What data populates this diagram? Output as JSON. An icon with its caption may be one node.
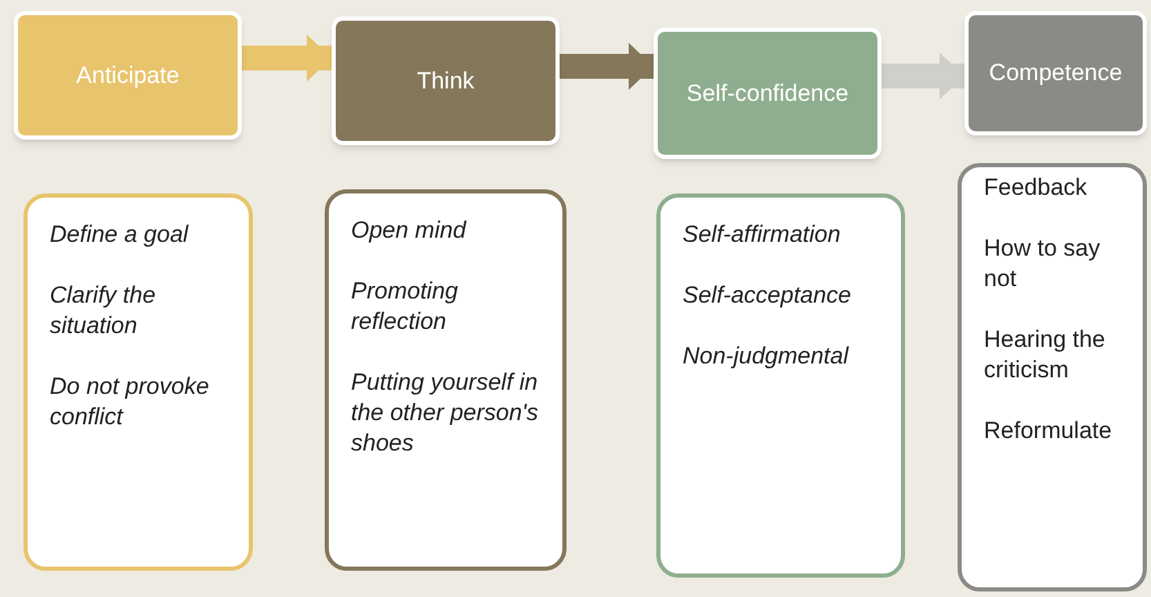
{
  "diagram": {
    "nodes": [
      {
        "text": [
          "Anticipate"
        ]
      },
      {
        "text": [
          "Think"
        ]
      },
      {
        "text": [
          "Self-confidence"
        ]
      },
      {
        "text": [
          "Competence"
        ]
      },
      {
        "text": [
          "Define a goal",
          "Clarify the situation",
          "Do not provoke conflict"
        ]
      },
      {
        "text": [
          "Open mind",
          "Promoting reflection",
          "Putting yourself in the other person's shoes"
        ]
      },
      {
        "text": [
          "Self-affirmation",
          "Self-acceptance",
          "Non-judgmental"
        ]
      },
      {
        "text": [
          "Feedback",
          "How to say not",
          "Hearing the criticism",
          "Reformulate"
        ]
      }
    ],
    "edges": [
      {
        "from": 0,
        "to": 1,
        "arrow": "to",
        "color": "#e8c46c"
      },
      {
        "from": 1,
        "to": 2,
        "arrow": "to",
        "color": "#85775a"
      },
      {
        "from": 2,
        "to": 3,
        "arrow": "to",
        "color": "#cfcfcb"
      }
    ]
  }
}
